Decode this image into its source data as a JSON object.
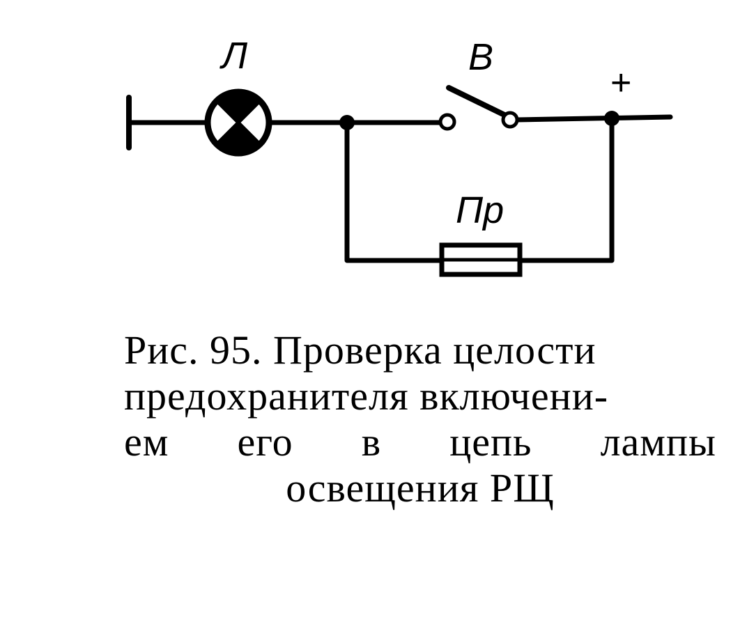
{
  "labels": {
    "lamp": "Л",
    "switch": "В",
    "fuse": "Пр",
    "positive": "+"
  },
  "caption": {
    "line1": "Рис. 95. Проверка целости",
    "line2": "предохранителя включени-",
    "line3_words": [
      "ем",
      "его",
      "в",
      "цепь",
      "лампы"
    ],
    "line4": "освещения РЩ"
  }
}
